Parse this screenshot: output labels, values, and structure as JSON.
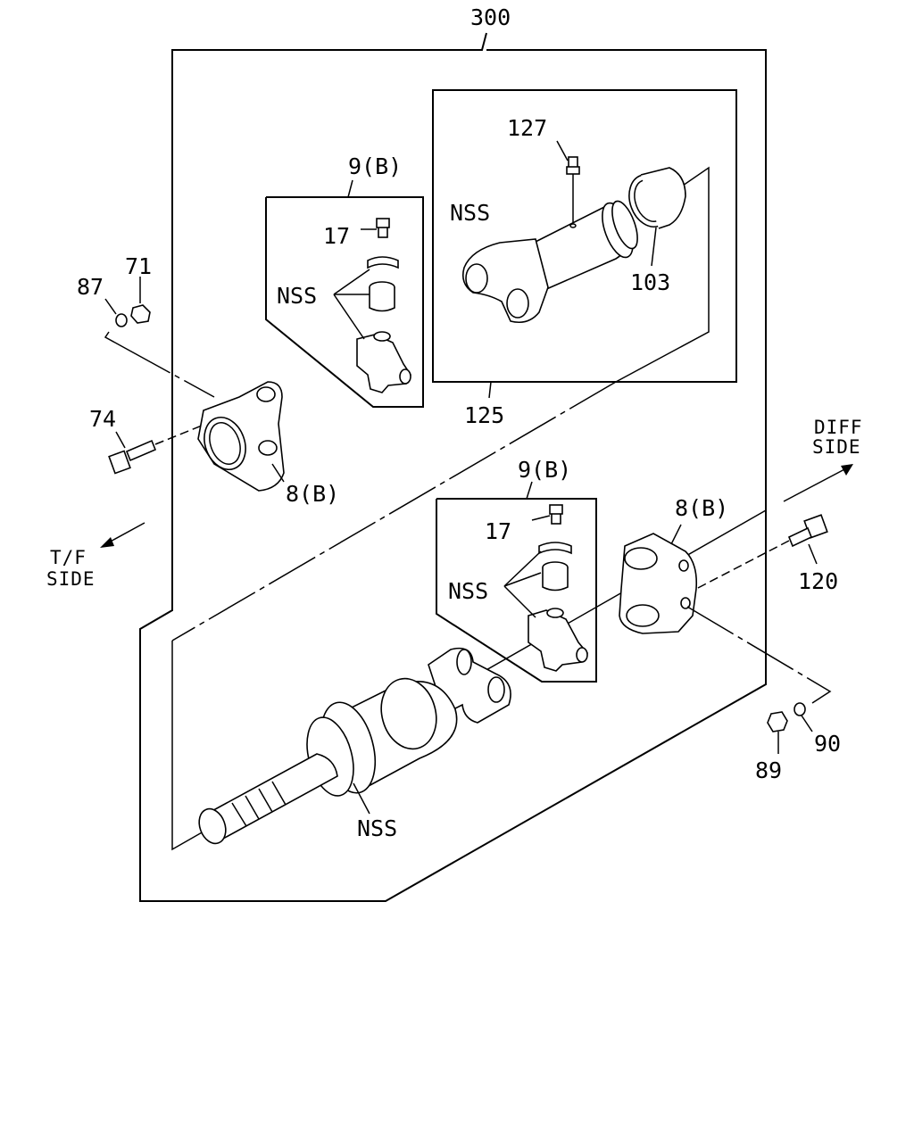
{
  "labels": {
    "assembly": "300",
    "grease_fitting_top": "127",
    "nss_top": "NSS",
    "seal": "103",
    "sleeve_yoke_kit": "125",
    "joint_kit_upper": "9(B)",
    "nipple_upper": "17",
    "nss_upper": "NSS",
    "washer_87": "87",
    "nut_71": "71",
    "bolt_74": "74",
    "flange_yoke_upper": "8(B)",
    "tf_side_1": "T/F",
    "tf_side_2": "SIDE",
    "diff_side_1": "DIFF",
    "diff_side_2": "SIDE",
    "joint_kit_lower": "9(B)",
    "nipple_lower": "17",
    "nss_lower": "NSS",
    "flange_yoke_lower": "8(B)",
    "bolt_120": "120",
    "nut_89": "89",
    "washer_90": "90",
    "nss_shaft": "NSS"
  }
}
